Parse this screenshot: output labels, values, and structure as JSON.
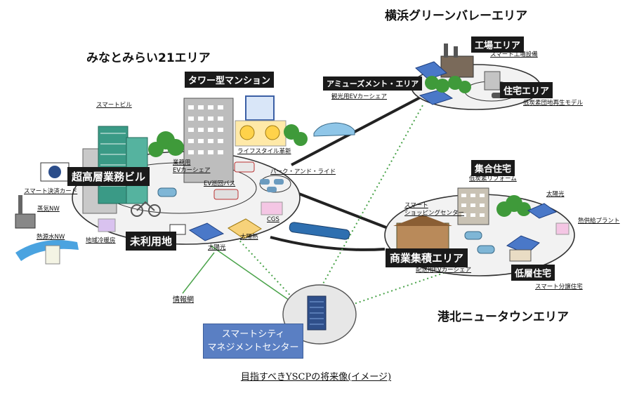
{
  "areas": {
    "minatomirai": "みなとみらい21エリア",
    "yokohama_green": "横浜グリーンバレーエリア",
    "kohoku": "港北ニュータウンエリア"
  },
  "tags": {
    "tower_mansion": "タワー型マンション",
    "high_rise_office": "超高層業務ビル",
    "unused_land": "未利用地",
    "factory_area": "工場エリア",
    "residential_area": "住宅エリア",
    "apartment": "集合住宅",
    "commercial_area": "商業集積エリア",
    "low_rise_housing": "低層住宅",
    "amusement_area": "アミューズメント・エリア"
  },
  "labels": {
    "smart_building": "スマートビル",
    "lifestyle": "ライフスタイル革新",
    "business_ev": "業務用\nEVカーシェア",
    "ev_bus": "EV巡回バス",
    "park_and_ride": "パーク・アンド・ライド",
    "smart_payment": "スマート決済カード",
    "steam_nw": "蒸気NW",
    "heat_water_nw": "熱源水NW",
    "district_heating": "地域冷暖房",
    "solar_left": "太陽光",
    "solar_heat": "太陽熱",
    "cgs": "CGS",
    "info_network": "情報網",
    "sightseeing_ev": "観光用EVカーシェア",
    "smart_factory": "スマート工場設備",
    "low_carbon_rebuild": "低炭素団地再生モデル",
    "low_carbon_reform": "低炭素リフォーム",
    "solar_right": "太陽光",
    "heat_supply_plant": "熱供給プラント",
    "smart_shopping": "スマート\nショッピングセンター",
    "delivery_ev": "配送用EVカーシェア",
    "smart_sale_housing": "スマート分譲住宅"
  },
  "management_center": {
    "line1": "スマートシティ",
    "line2": "マネジメントセンター"
  },
  "caption": "目指すべきYSCPの将来像(イメージ)",
  "colors": {
    "ellipse_fill": "#f2f2f2",
    "ellipse_stroke": "#333333",
    "road": "#222222",
    "dotted_link": "#4aa34a",
    "mgmt_box": "#5a7fc3",
    "train": "#2e6fb0",
    "tree": "#3f9a3a",
    "solar_panel": "#4a78c8",
    "car": "#7fb6d6",
    "water": "#4aa3e0"
  },
  "icons": [
    "building-icon",
    "tree-icon",
    "car-icon",
    "solar-panel-icon",
    "factory-icon",
    "house-icon",
    "bus-icon",
    "train-icon",
    "bicycle-icon",
    "person-icon",
    "datacenter-icon"
  ]
}
